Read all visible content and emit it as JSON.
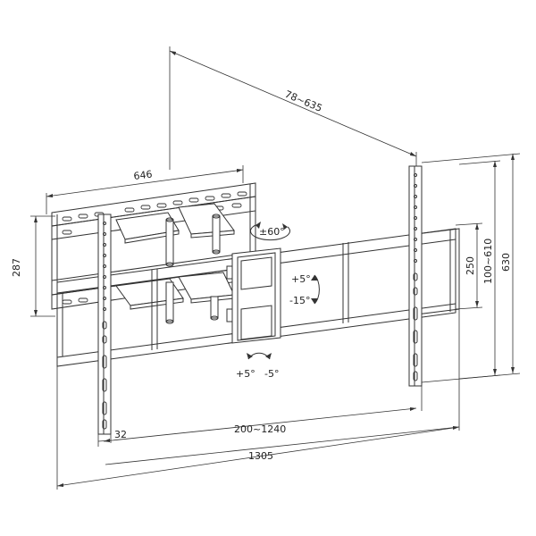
{
  "diagram": {
    "dimensions": {
      "wall_plate_width": "646",
      "wall_plate_height": "287",
      "arm_extension": "78~635",
      "tv_bracket_width_range": "200~1240",
      "total_width": "1305",
      "rail_width": "32",
      "vertical_adjust_small": "250",
      "vertical_range": "100~610",
      "total_height": "630"
    },
    "angles": {
      "swivel": "±60°",
      "tilt_up": "+5°",
      "tilt_down": "-15°",
      "roll_plus": "+5°",
      "roll_minus": "-5°"
    }
  },
  "colors": {
    "line": "#333333",
    "background": "#ffffff"
  }
}
